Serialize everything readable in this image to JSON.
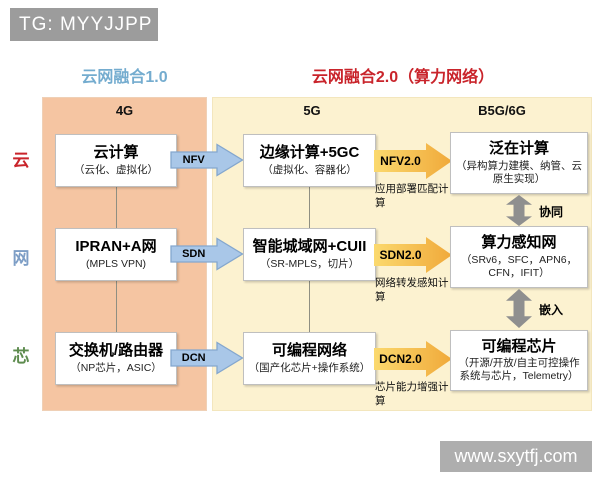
{
  "watermarks": {
    "top": "TG: MYYJJPP",
    "bottom": "www.sxytfj.com"
  },
  "titles": {
    "v1": "云网融合1.0",
    "v2": "云网融合2.0（算力网络）"
  },
  "columns": {
    "col1": "4G",
    "col2": "5G",
    "col3": "B5G/6G"
  },
  "row_labels": [
    {
      "label": "云",
      "color": "#c9242b"
    },
    {
      "label": "网",
      "color": "#7d9ec6"
    },
    {
      "label": "芯",
      "color": "#5e8c4f"
    }
  ],
  "rows": [
    {
      "left": {
        "title": "云计算",
        "subtitle": "（云化、虚拟化）"
      },
      "arrow1_label": "NFV",
      "mid": {
        "title": "边缘计算+5GC",
        "subtitle": "（虚拟化、容器化）"
      },
      "arrow2_label": "NFV2.0",
      "arrow2_note": "应用部署匹配计算",
      "right": {
        "title": "泛在计算",
        "subtitle": "（异构算力建模、纳管、云原生实现）"
      }
    },
    {
      "left": {
        "title": "IPRAN+A网",
        "subtitle": "(MPLS VPN)"
      },
      "arrow1_label": "SDN",
      "mid": {
        "title": "智能城域网+CUII",
        "subtitle": "（SR-MPLS，切片）"
      },
      "arrow2_label": "SDN2.0",
      "arrow2_note": "网络转发感知计算",
      "right": {
        "title": "算力感知网",
        "subtitle": "（SRv6，SFC，APN6，CFN，IFIT）"
      }
    },
    {
      "left": {
        "title": "交换机/路由器",
        "subtitle": "（NP芯片，ASIC）"
      },
      "arrow1_label": "DCN",
      "mid": {
        "title": "可编程网络",
        "subtitle": "（国产化芯片+操作系统）"
      },
      "arrow2_label": "DCN2.0",
      "arrow2_note": "芯片能力增强计算",
      "right": {
        "title": "可编程芯片",
        "subtitle": "（开源/开放/自主可控操作系统与芯片，Telemetry）"
      }
    }
  ],
  "link_labels": [
    "协同",
    "嵌入"
  ],
  "colors": {
    "panel_4g": "#f5c5a2",
    "panel_5g_6g": "#fcf2d0",
    "title_v1": "#74accf",
    "title_v2": "#c9242b",
    "blue_arrow": "#a9c7e8",
    "orange_arrow": "#f5b93f",
    "gray_arrow": "#8f8f8f",
    "banner_gray": "#9c9c9c"
  }
}
